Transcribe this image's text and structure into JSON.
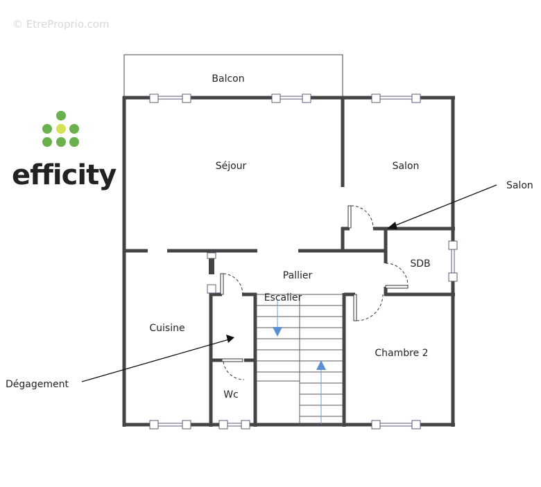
{
  "watermark": "© EtreProprio.com",
  "brand": {
    "name": "efficity",
    "dot_color": "#6ab04c",
    "accent_dot_color": "#d4e157"
  },
  "rooms": {
    "balcon": "Balcon",
    "sejour": "Séjour",
    "salon": "Salon",
    "sdb": "SDB",
    "pallier": "Pallier",
    "escalier": "Escalier",
    "cuisine": "Cuisine",
    "chambre2": "Chambre 2",
    "wc": "Wc"
  },
  "callouts": {
    "salon": "Salon",
    "degagement": "Dégagement"
  },
  "colors": {
    "wall": "#444444",
    "stair_arrow": "#5b8fd1"
  }
}
